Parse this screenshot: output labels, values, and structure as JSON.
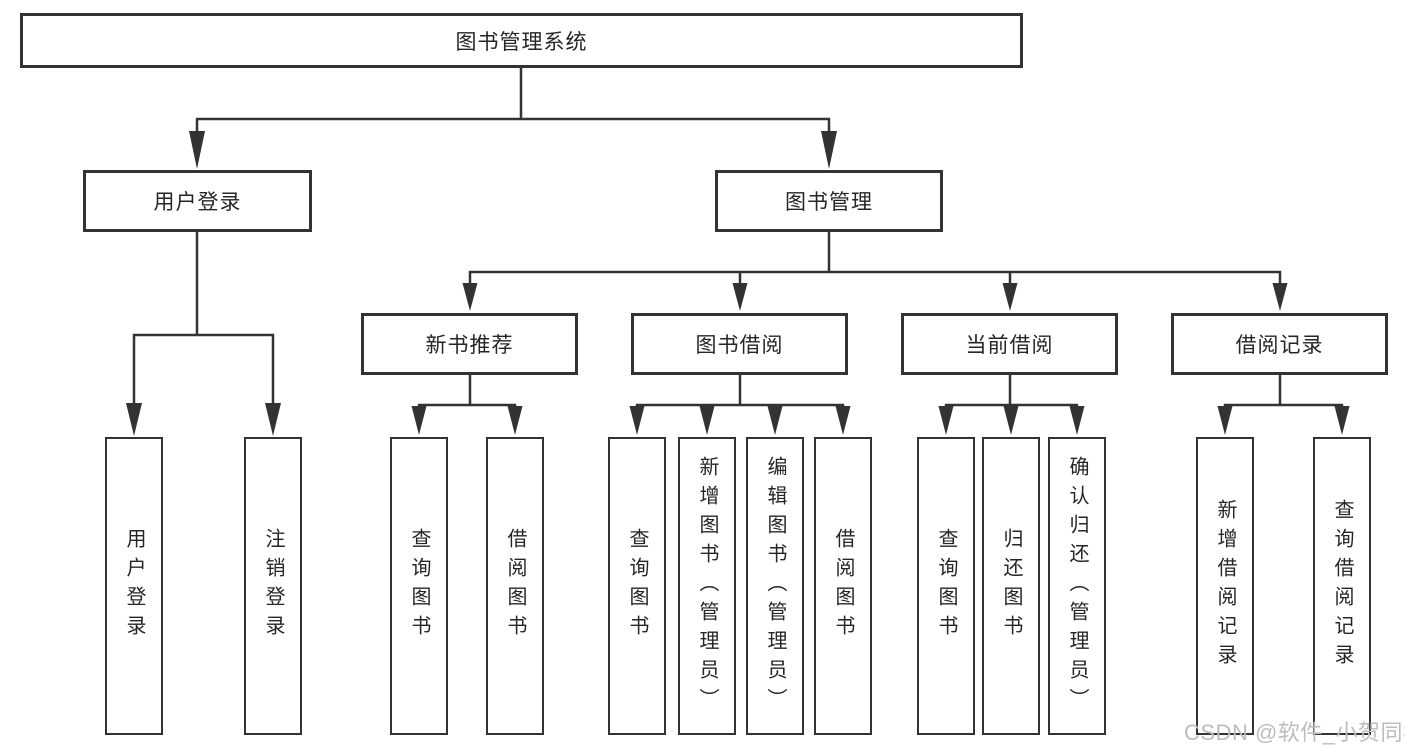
{
  "tree": {
    "root": {
      "label": "图书管理系统"
    },
    "branches": [
      {
        "label": "用户登录",
        "leaves": [
          {
            "label": "用户登录"
          },
          {
            "label": "注销登录"
          }
        ]
      },
      {
        "label": "图书管理",
        "groups": [
          {
            "label": "新书推荐",
            "leaves": [
              {
                "label": "查询图书"
              },
              {
                "label": "借阅图书"
              }
            ]
          },
          {
            "label": "图书借阅",
            "leaves": [
              {
                "label": "查询图书"
              },
              {
                "label": "新增图书（管理员）"
              },
              {
                "label": "编辑图书（管理员）"
              },
              {
                "label": "借阅图书"
              }
            ]
          },
          {
            "label": "当前借阅",
            "leaves": [
              {
                "label": "查询图书"
              },
              {
                "label": "归还图书"
              },
              {
                "label": "确认归还（管理员）"
              }
            ]
          },
          {
            "label": "借阅记录",
            "leaves": [
              {
                "label": "新增借阅记录"
              },
              {
                "label": "查询借阅记录"
              }
            ]
          }
        ]
      }
    ]
  },
  "watermark": {
    "text": "CSDN @软件_小贺同学"
  },
  "colors": {
    "line": "#333333",
    "text": "#262626",
    "watermark": "#bdbdbd",
    "background": "#ffffff"
  }
}
